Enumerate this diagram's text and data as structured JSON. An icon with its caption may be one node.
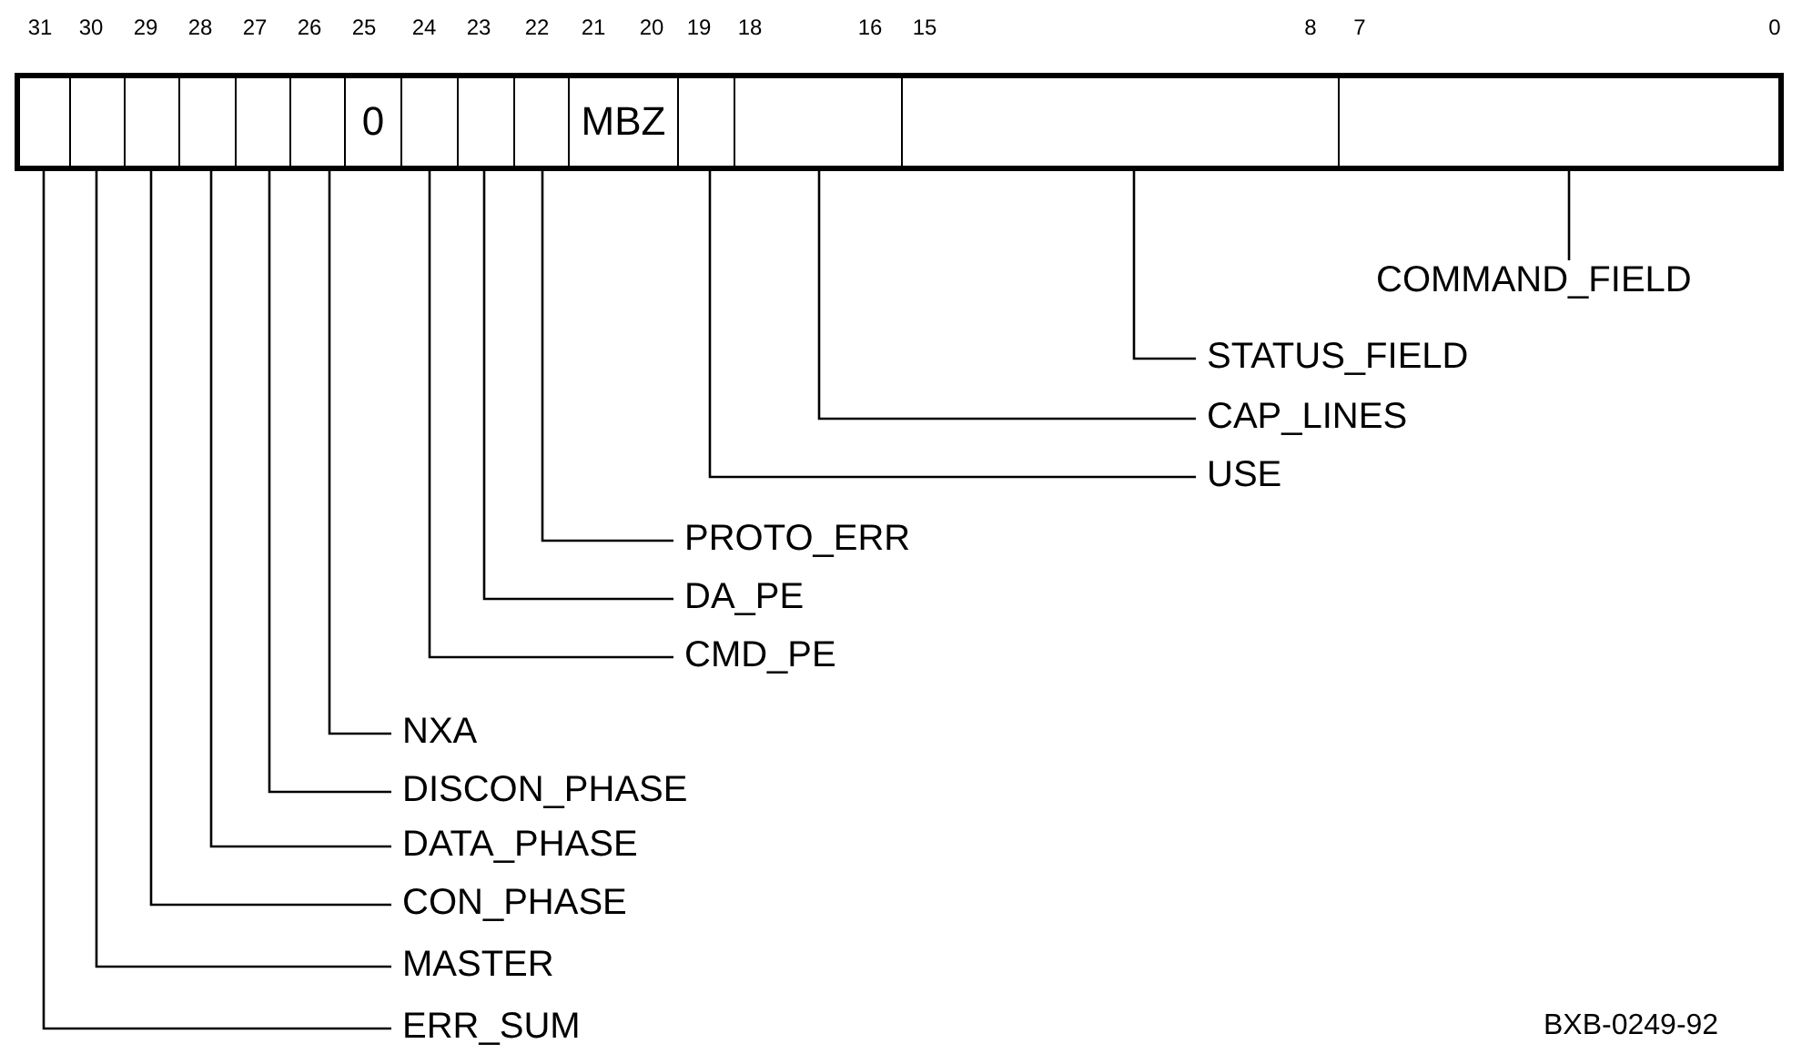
{
  "diagram": {
    "nodes": [
      {
        "text": [],
        "shape": "box"
      },
      {
        "text": [],
        "shape": "box"
      },
      {
        "text": [],
        "shape": "box"
      },
      {
        "text": [],
        "shape": "box"
      },
      {
        "text": [],
        "shape": "box"
      },
      {
        "text": [],
        "shape": "box"
      },
      {
        "text": [
          "0"
        ]
      },
      {
        "text": [],
        "shape": "box"
      },
      {
        "text": [],
        "shape": "box"
      },
      {
        "text": [],
        "shape": "box"
      },
      {
        "text": [
          "MBZ"
        ]
      },
      {
        "text": [],
        "shape": "box"
      },
      {
        "text": [],
        "shape": "box"
      },
      {
        "text": [],
        "shape": "box"
      },
      {
        "text": [],
        "shape": "box"
      },
      {
        "text": [
          "COMMAND_FIELD"
        ]
      },
      {
        "text": [
          "STATUS_FIELD"
        ]
      },
      {
        "text": [
          "CAP_LINES"
        ]
      },
      {
        "text": [
          "USE"
        ]
      },
      {
        "text": [
          "PROTO_ERR"
        ]
      },
      {
        "text": [
          "DA_PE"
        ]
      },
      {
        "text": [
          "CMD_PE"
        ]
      },
      {
        "text": [
          "NXA"
        ]
      },
      {
        "text": [
          "DISCON_PHASE"
        ]
      },
      {
        "text": [
          "DATA_PHASE"
        ]
      },
      {
        "text": [
          "CON_PHASE"
        ]
      },
      {
        "text": [
          "MASTER"
        ]
      },
      {
        "text": [
          "ERR_SUM"
        ]
      }
    ],
    "edges": [
      {
        "from": 15,
        "to": 14,
        "arrow": "none"
      },
      {
        "from": 16,
        "to": 13,
        "arrow": "none"
      },
      {
        "from": 17,
        "to": 12,
        "arrow": "none"
      },
      {
        "from": 18,
        "to": 11,
        "arrow": "none"
      },
      {
        "from": 19,
        "to": 9,
        "arrow": "none"
      },
      {
        "from": 20,
        "to": 8,
        "arrow": "none"
      },
      {
        "from": 21,
        "to": 7,
        "arrow": "none"
      },
      {
        "from": 22,
        "to": 5,
        "arrow": "none"
      },
      {
        "from": 23,
        "to": 4,
        "arrow": "none"
      },
      {
        "from": 24,
        "to": 3,
        "arrow": "none"
      },
      {
        "from": 25,
        "to": 2,
        "arrow": "none"
      },
      {
        "from": 26,
        "to": 1,
        "arrow": "none"
      },
      {
        "from": 27,
        "to": 0,
        "arrow": "none"
      }
    ],
    "labels": [
      "31",
      "30",
      "29",
      "28",
      "27",
      "26",
      "25",
      "24",
      "23",
      "22",
      "21",
      "20",
      "19",
      "18",
      "16",
      "15",
      "8",
      "7",
      "0",
      "BXB-0249-92"
    ]
  }
}
